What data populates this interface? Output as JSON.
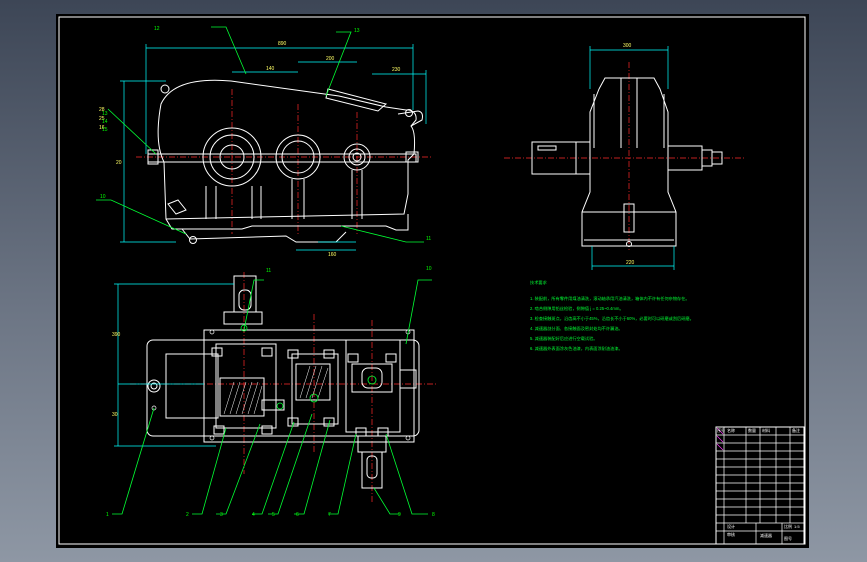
{
  "notes": {
    "title": "技术要求",
    "lines": [
      "1. 装配前，所有零件用煤油清洗，滚动轴承用汽油清洗，箱体内不许有任何杂物存在。",
      "2. 啮合侧隙用铅丝检验，侧隙值 j = 0.25~0.4mm。",
      "3. 检查接触斑点，沿齿高不小于45%，沿齿长不小于60%，必要时可以研磨或刮后研磨。",
      "4. 减速器剖分面、各接触面及密封处均不许漏油。",
      "5. 减速器装配好后应进行空载试验。",
      "6. 减速器外表面涂灰色油漆，内表面涂耐油油漆。"
    ]
  },
  "views": {
    "front": {
      "dims": [
        "890",
        "140",
        "200",
        "230",
        "20",
        "160",
        "28",
        "25",
        "16"
      ],
      "callouts": [
        "12",
        "13",
        "10",
        "11",
        "13",
        "14",
        "15"
      ]
    },
    "side": {
      "dims": [
        "300",
        "220"
      ]
    },
    "plan": {
      "dims": [
        "390",
        "30"
      ],
      "callouts": [
        "1",
        "2",
        "3",
        "4",
        "5",
        "6",
        "7",
        "8",
        "9",
        "10",
        "11"
      ]
    }
  },
  "title_block": {
    "cells": [
      "序号",
      "名称",
      "数量",
      "材料",
      "备注",
      "减速器",
      "比例",
      "1:5",
      "设计",
      "审核",
      "图号"
    ]
  },
  "colors": {
    "sheet": "#000000",
    "frame": "#ffffff",
    "outline": "#ffffff",
    "centerline": "#ff2a2a",
    "dimension": "#00ffff",
    "callout": "#00ff33",
    "notes": "#00ff33"
  }
}
